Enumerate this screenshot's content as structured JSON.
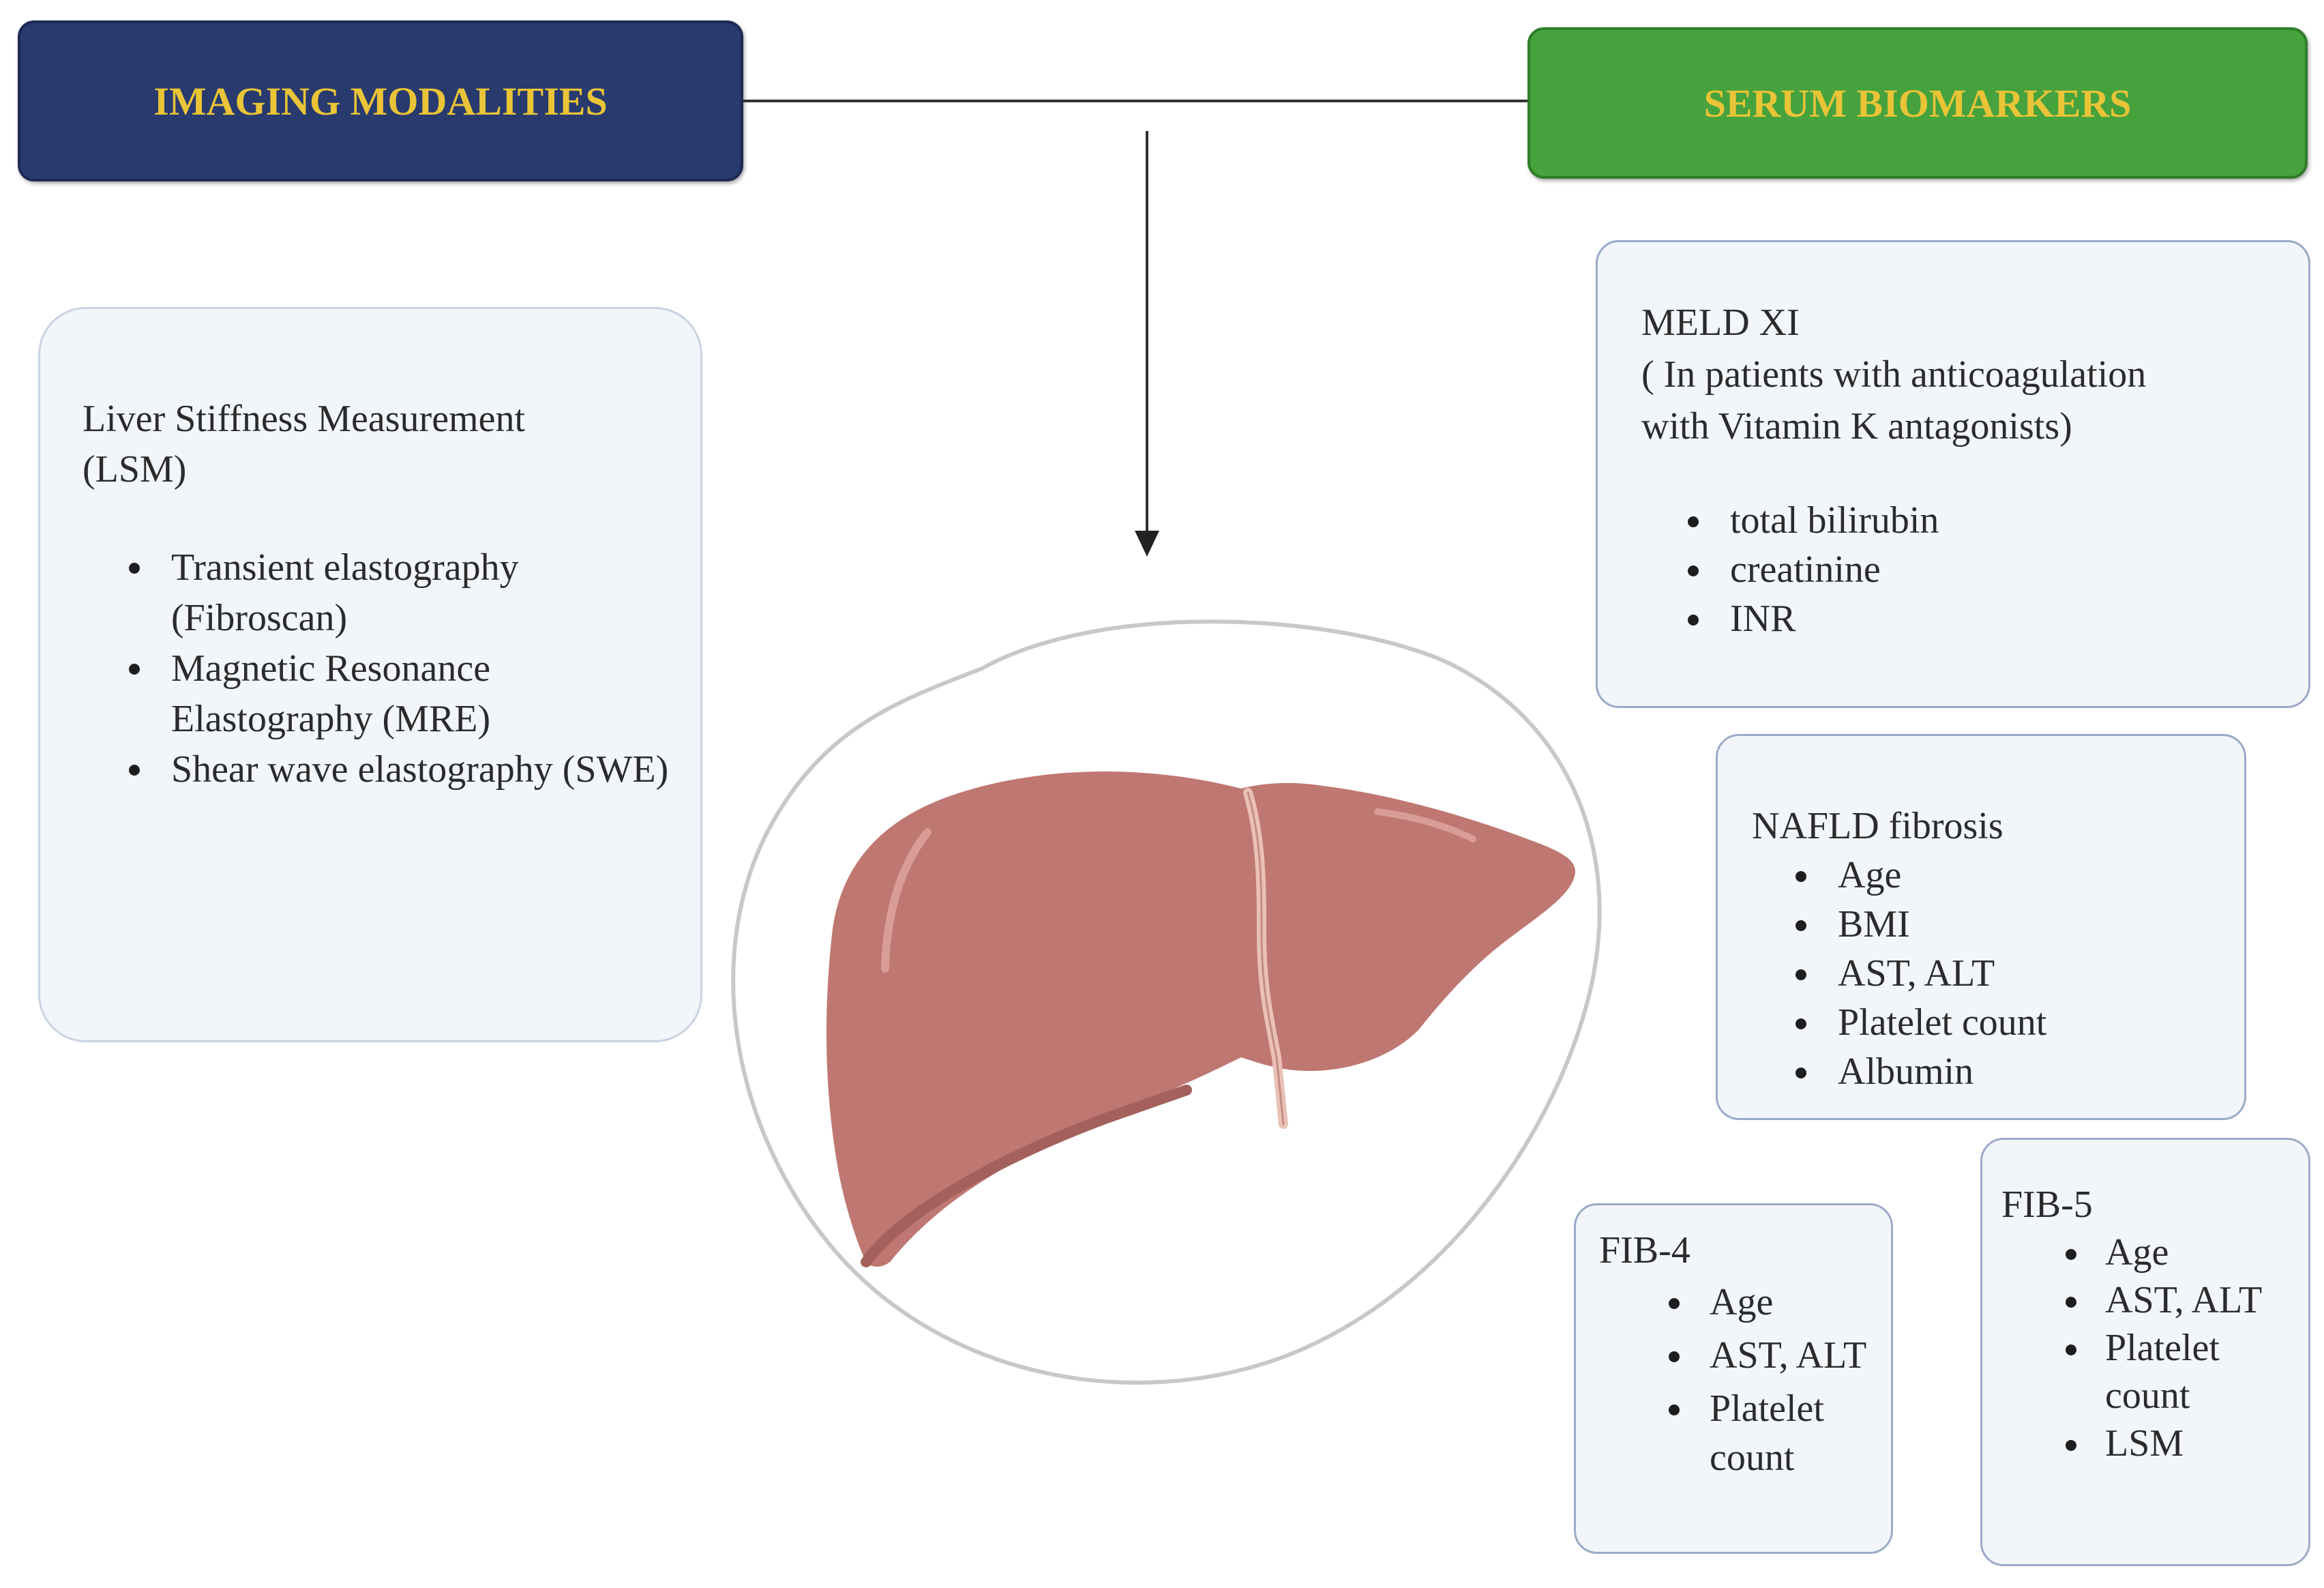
{
  "headers": {
    "imaging": "IMAGING MODALITIES",
    "serum": "SERUM BIOMARKERS"
  },
  "imaging_box": {
    "title": "Liver Stiffness Measurement\n(LSM)",
    "items": [
      "Transient elastography (Fibroscan)",
      "Magnetic Resonance Elastography (MRE)",
      "Shear wave elastography (SWE)"
    ]
  },
  "meld": {
    "title": "MELD XI\n( In patients with anticoagulation\nwith Vitamin K antagonists)",
    "items": [
      "total bilirubin",
      "creatinine",
      "INR"
    ]
  },
  "nafld": {
    "title": "NAFLD fibrosis",
    "items": [
      "Age",
      "BMI",
      "AST, ALT",
      "Platelet count",
      "Albumin"
    ]
  },
  "fib4": {
    "title": "FIB-4",
    "items": [
      "Age",
      "AST, ALT",
      "Platelet count"
    ]
  },
  "fib5": {
    "title": "FIB-5",
    "items": [
      "Age",
      "AST, ALT",
      "Platelet count",
      "LSM"
    ]
  },
  "colors": {
    "imaging_header": "#283a6e",
    "serum_header": "#46a23d",
    "header_text": "#e9c437",
    "box_fill": "#f2f6fb",
    "box_border": "#9aaac8",
    "liver": "#bf7772"
  },
  "icons": [
    "liver-icon",
    "down-arrow-icon"
  ]
}
